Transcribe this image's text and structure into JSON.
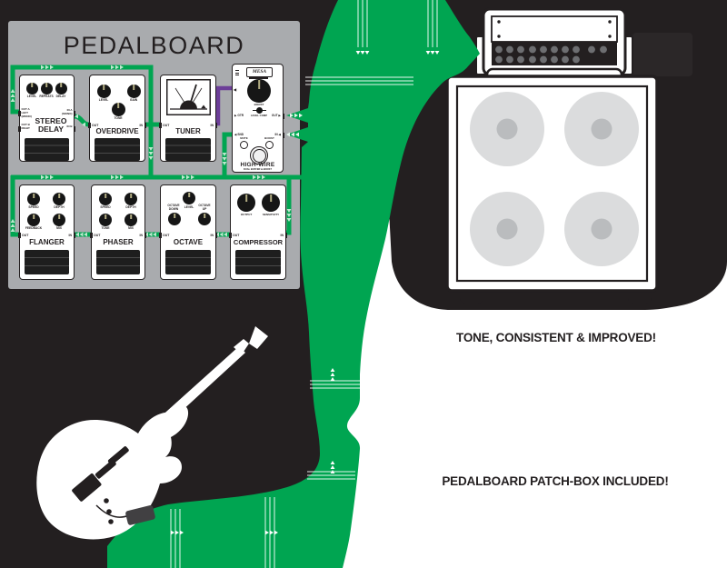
{
  "pedalboard": {
    "title": "PEDALBOARD"
  },
  "pedals": {
    "stereo_delay": {
      "name_line1": "STEREO",
      "name_line2": "DELAY",
      "knobs": [
        "LEVEL",
        "REPEATS",
        "DELAY"
      ],
      "port_out_a": [
        "OUT A",
        "LEFT",
        "(MONO)"
      ],
      "port_out_b": [
        "OUT B",
        "RIGHT"
      ],
      "port_in_a": [
        "IN A",
        "(MONO)"
      ],
      "port_in_b": [
        "IN B"
      ]
    },
    "overdrive": {
      "name": "OVERDRIVE",
      "knobs": [
        "LEVEL",
        "GAIN",
        "TONE"
      ],
      "port_out": "OUT",
      "port_in": "IN"
    },
    "tuner": {
      "name": "TUNER",
      "port_out": "OUT",
      "port_in": "IN"
    },
    "flanger": {
      "name": "FLANGER",
      "knobs": [
        "SPEED",
        "DEPTH",
        "FEEDBACK",
        "MIX"
      ],
      "port_out": "OUT",
      "port_in": "IN"
    },
    "phaser": {
      "name": "PHASER",
      "knobs": [
        "SPEED",
        "DEPTH",
        "TONE",
        "MIX"
      ],
      "port_out": "OUT",
      "port_in": "IN"
    },
    "octave": {
      "name": "OCTAVE",
      "knob_level": "LEVEL",
      "knob_down": [
        "OCTAVE",
        "DOWN"
      ],
      "knob_up": [
        "OCTAVE",
        "UP"
      ],
      "port_out": "OUT",
      "port_in": "IN"
    },
    "compressor": {
      "name": "COMPRESSOR",
      "knobs": [
        "OUTPUT",
        "SENSITIVITY"
      ],
      "port_out": "OUT",
      "port_in": "IN"
    }
  },
  "highwire": {
    "brand": "MESA",
    "knob_label": "BOOST",
    "toggle_label": "LEVEL COMP",
    "button_mute": "MUTE",
    "button_boost": "BOOST",
    "name": "HIGH-WIRE",
    "subtitle": "DUAL BUFFER & BOOST",
    "port_gtr": "▶ GTR",
    "port_out": "OUT ▶",
    "port_snd": "◀ SND",
    "port_in": "IN ◀",
    "tuner_mark": "◀"
  },
  "captions": {
    "tone": "TONE, CONSISTENT & IMPROVED!",
    "patchbox": "PEDALBOARD PATCH-BOX INCLUDED!"
  },
  "colors": {
    "background_black": "#231F20",
    "cable_green": "#00A551",
    "cable_purple": "#6C3E98",
    "panel_gray": "#A9ABAE"
  }
}
